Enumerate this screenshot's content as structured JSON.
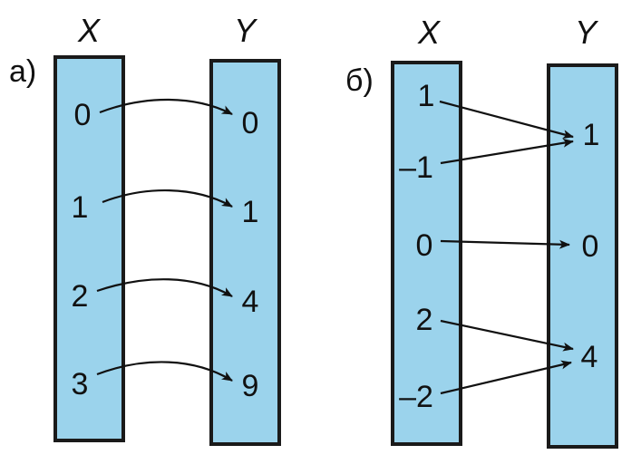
{
  "colors": {
    "bar_fill": "#9bd3ec",
    "stroke": "#1a1a1a",
    "text": "#111111"
  },
  "panels": [
    {
      "part_label": "а)",
      "x_header": "X",
      "y_header": "Y",
      "x_values": [
        "0",
        "1",
        "2",
        "3"
      ],
      "y_values": [
        "0",
        "1",
        "4",
        "9"
      ],
      "mapping": [
        {
          "from": "0",
          "to": "0"
        },
        {
          "from": "1",
          "to": "1"
        },
        {
          "from": "2",
          "to": "4"
        },
        {
          "from": "3",
          "to": "9"
        }
      ]
    },
    {
      "part_label": "б)",
      "x_header": "X",
      "y_header": "Y",
      "x_values": [
        "1",
        "–1",
        "0",
        "2",
        "–2"
      ],
      "y_values": [
        "1",
        "0",
        "4"
      ],
      "mapping": [
        {
          "from": "1",
          "to": "1"
        },
        {
          "from": "–1",
          "to": "1"
        },
        {
          "from": "0",
          "to": "0"
        },
        {
          "from": "2",
          "to": "4"
        },
        {
          "from": "–2",
          "to": "4"
        }
      ]
    }
  ]
}
